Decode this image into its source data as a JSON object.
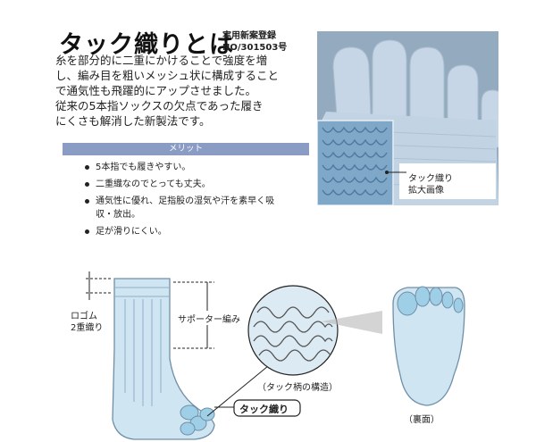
{
  "header": {
    "title": "タック織りとは",
    "registration_line1": "実用新案登録",
    "registration_line2": "NO/301503号"
  },
  "description": [
    "糸を部分的に二重にかけることで強度を増",
    "し、編み目を粗いメッシュ状に構成すること",
    "で通気性も飛躍的にアップさせました。",
    "従来の5本指ソックスの欠点であった履き",
    "にくさも解消した新製法です。"
  ],
  "merit": {
    "heading": "メリット",
    "items": [
      "5本指でも履きやすい。",
      "二重織なのでとっても丈夫。",
      "通気性に優れ、足指股の湿気や汗を素早く吸",
      "収・放出。",
      "足が滑りにくい。"
    ]
  },
  "photo": {
    "label_line1": "タック織り",
    "label_line2": "拡大画像"
  },
  "diagram": {
    "rib_label_line1": "ロゴム",
    "rib_label_line2": "2重織り",
    "supporter_label": "サポーター編み",
    "tuck_label": "タック織り",
    "structure_caption": "（タック柄の構造）",
    "sole_caption": "（裏面）"
  },
  "colors": {
    "merit_bar": "#8a9bc4",
    "sock_fill": "#cfe5f2",
    "sock_stroke": "#6f8fa8",
    "toe_fill": "#9fcfe6",
    "photo_bg": "#8aa1b6"
  }
}
